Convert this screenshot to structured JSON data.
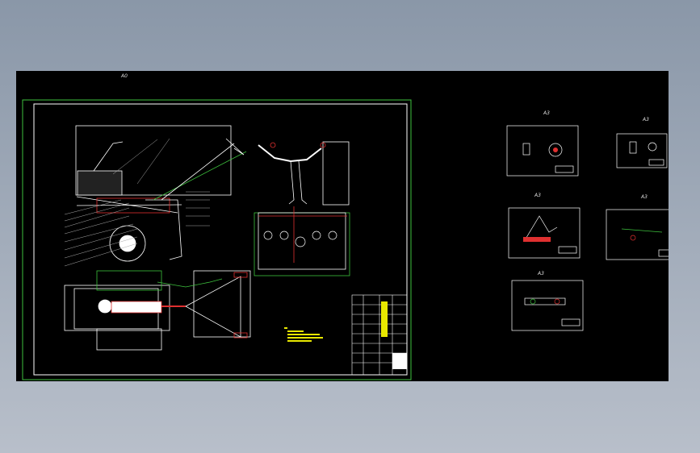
{
  "app": {
    "title": "",
    "accent_green": "#3ec23e",
    "line_white": "#ffffff",
    "dim_red": "#e03030",
    "note_yellow": "#e8e800"
  },
  "sheets": {
    "main": {
      "label": "A0"
    },
    "small": [
      {
        "label": "A3"
      },
      {
        "label": "A3"
      },
      {
        "label": "A3"
      },
      {
        "label": "A3"
      },
      {
        "label": "A3"
      }
    ]
  }
}
